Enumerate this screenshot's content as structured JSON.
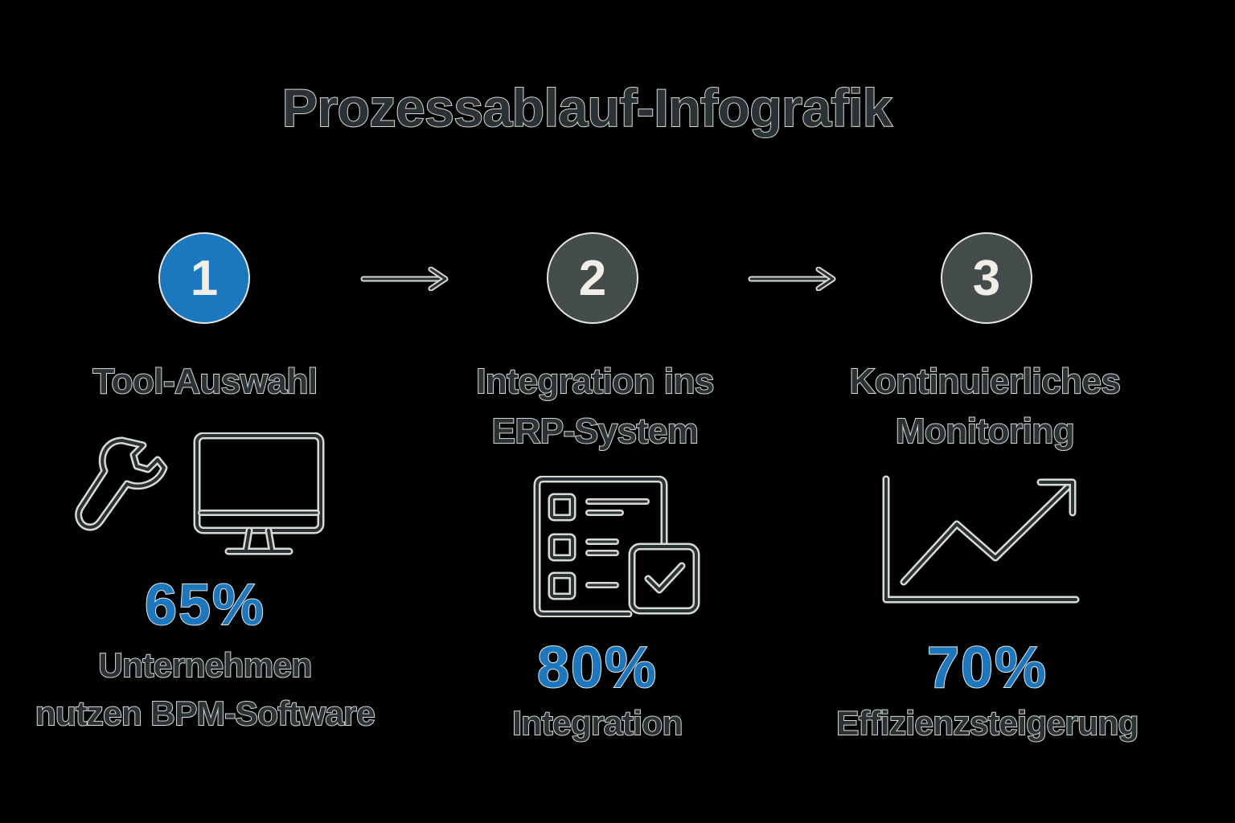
{
  "title": "Prozessablauf-Infografik",
  "colors": {
    "accent": "#1b78bf",
    "inactive_step": "#444d4c",
    "outline": "#d8dad5",
    "background": "#000000"
  },
  "steps": [
    {
      "number": "1",
      "state": "active",
      "label_lines": [
        "Tool-Auswahl"
      ],
      "icons": [
        "wrench-icon",
        "monitor-icon"
      ],
      "percent": "65%",
      "desc_lines": [
        "Unternehmen",
        "nutzen BPM-Software"
      ]
    },
    {
      "number": "2",
      "state": "inactive",
      "label_lines": [
        "Integration ins",
        "ERP-System"
      ],
      "icons": [
        "checklist-icon"
      ],
      "percent": "80%",
      "desc_lines": [
        "Integration"
      ]
    },
    {
      "number": "3",
      "state": "inactive",
      "label_lines": [
        "Kontinuierliches",
        "Monitoring"
      ],
      "icons": [
        "trend-chart-icon"
      ],
      "percent": "70%",
      "desc_lines": [
        "Effizienzsteigerung"
      ]
    }
  ]
}
